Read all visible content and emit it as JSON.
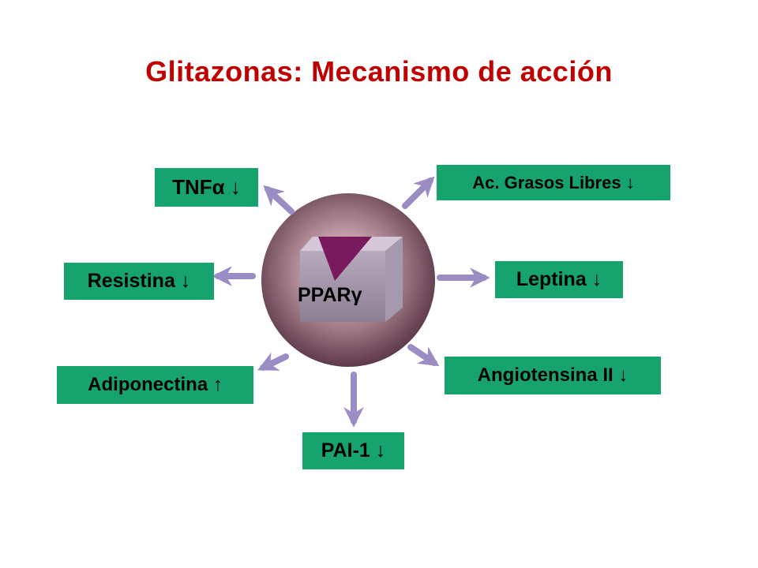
{
  "title": "Glitazonas: Mecanismo de acción",
  "center": {
    "label": "PPARγ"
  },
  "effects": {
    "tnf": "TNFα ↓",
    "agl": "Ac. Grasos Libres ↓",
    "resistina": "Resistina ↓",
    "leptina": "Leptina ↓",
    "adiponectina": "Adiponectina ↑",
    "angiotensina": "Angiotensina II ↓",
    "pai1": "PAI-1 ↓"
  },
  "colors": {
    "title": "#c00000",
    "box": "#16a36e",
    "arrow": "#9b8cc4",
    "sphere_center": "#e6d6de",
    "sphere_edge": "#5e3a4a",
    "receptor_pocket": "#7a1a5e"
  }
}
